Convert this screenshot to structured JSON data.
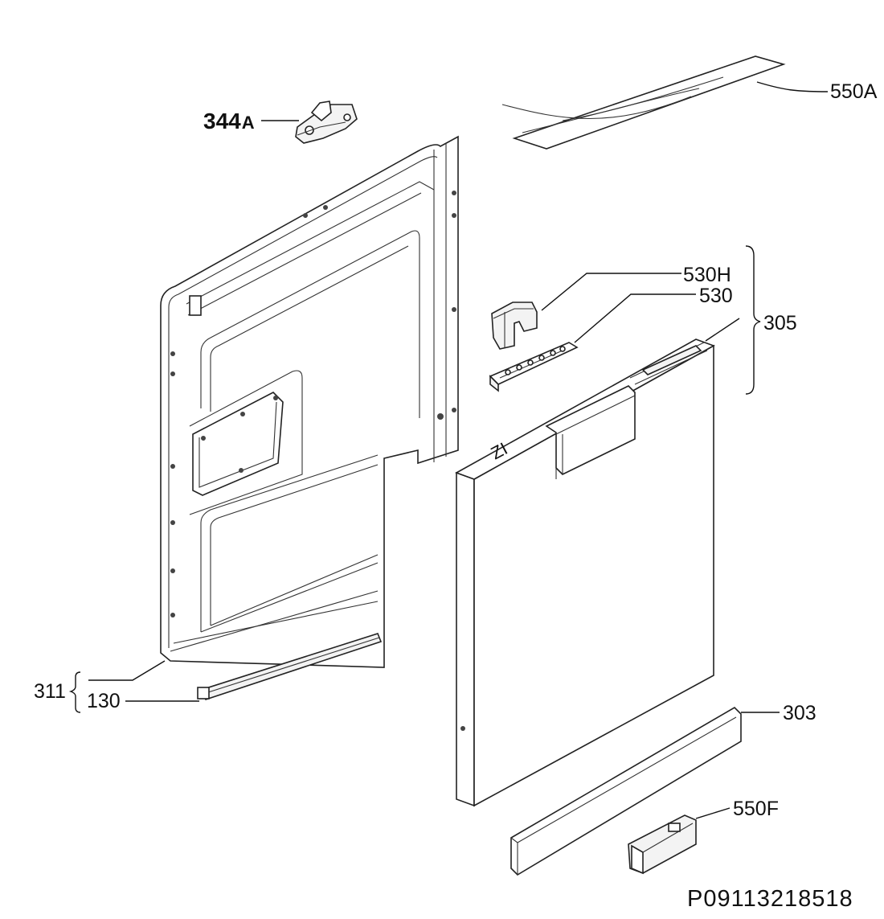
{
  "labels": {
    "p344a_num": "344",
    "p344a_suffix": "A",
    "p550a": "550A",
    "p530h": "530H",
    "p530": "530",
    "p305": "305",
    "p311": "311",
    "p130": "130",
    "p303": "303",
    "p550f": "550F"
  },
  "drawing_code": "P09113218518"
}
